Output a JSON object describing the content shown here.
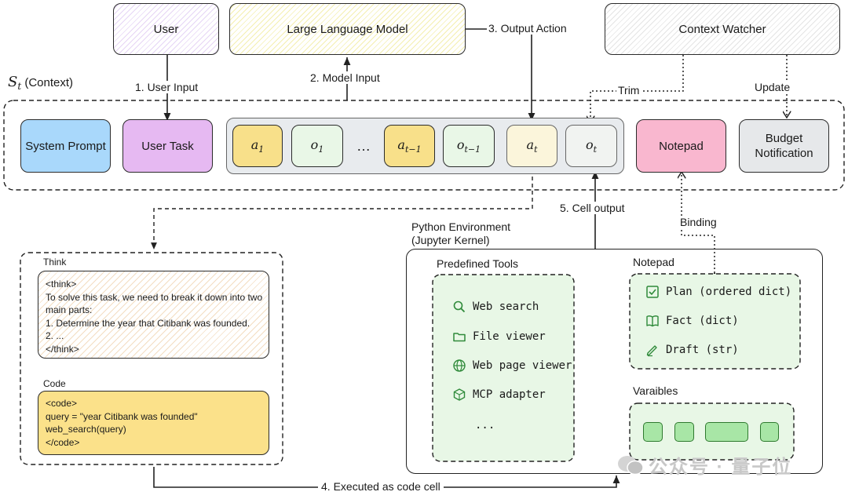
{
  "top": {
    "user": "User",
    "llm": "Large Language Model",
    "watcher": "Context Watcher"
  },
  "edges": {
    "user_input": "1. User Input",
    "model_input": "2. Model Input",
    "output_action": "3. Output Action",
    "trim": "Trim",
    "update": "Update",
    "cell_output": "5. Cell output",
    "binding": "Binding",
    "executed": "4. Executed as code cell"
  },
  "context": {
    "label_math": "S",
    "label_sub": "t",
    "label_text": "(Context)",
    "system_prompt": "System Prompt",
    "user_task": "User Task",
    "notepad": "Notepad",
    "budget": "Budget Notification",
    "ellipsis": "…",
    "steps": [
      {
        "sym": "a",
        "sub": "1"
      },
      {
        "sym": "o",
        "sub": "1"
      },
      {
        "sym": "a",
        "sub": "t−1"
      },
      {
        "sym": "o",
        "sub": "t−1"
      },
      {
        "sym": "a",
        "sub": "t"
      },
      {
        "sym": "o",
        "sub": "t"
      }
    ]
  },
  "think_panel": {
    "title": "Think",
    "think_text": "<think>\nTo solve this task, we need to break it down into two\nmain parts:\n1. Determine the year that Citibank was founded.\n2. ...\n</think>",
    "code_title": "Code",
    "code_text": "<code>\nquery = \"year Citibank was founded\"\nweb_search(query)\n</code>"
  },
  "python_env": {
    "title_line1": "Python Environment",
    "title_line2": "(Jupyter Kernel)",
    "tools_title": "Predefined Tools",
    "tools": [
      {
        "icon": "search-icon",
        "label": "Web search"
      },
      {
        "icon": "folder-icon",
        "label": "File viewer"
      },
      {
        "icon": "globe-icon",
        "label": "Web page viewer"
      },
      {
        "icon": "mcp-icon",
        "label": "MCP adapter"
      }
    ],
    "tools_more": "...",
    "notepad_title": "Notepad",
    "notepad_items": [
      {
        "icon": "checkbox-icon",
        "label": "Plan (ordered dict)"
      },
      {
        "icon": "book-icon",
        "label": "Fact (dict)"
      },
      {
        "icon": "pencil-icon",
        "label": "Draft (str)"
      }
    ],
    "variables_title": "Varaibles"
  },
  "watermark": "公众号 · 量子位",
  "colors": {
    "system_prompt": "#a9d8fb",
    "user_task": "#e6b9f2",
    "action": "#f8e08a",
    "observation": "#e9f7e7",
    "notepad": "#f9b7cf",
    "budget": "#e6e8ea",
    "code": "#fbe18a",
    "green_panel": "#e8f7e6",
    "green_icon": "#2f8a3a"
  }
}
